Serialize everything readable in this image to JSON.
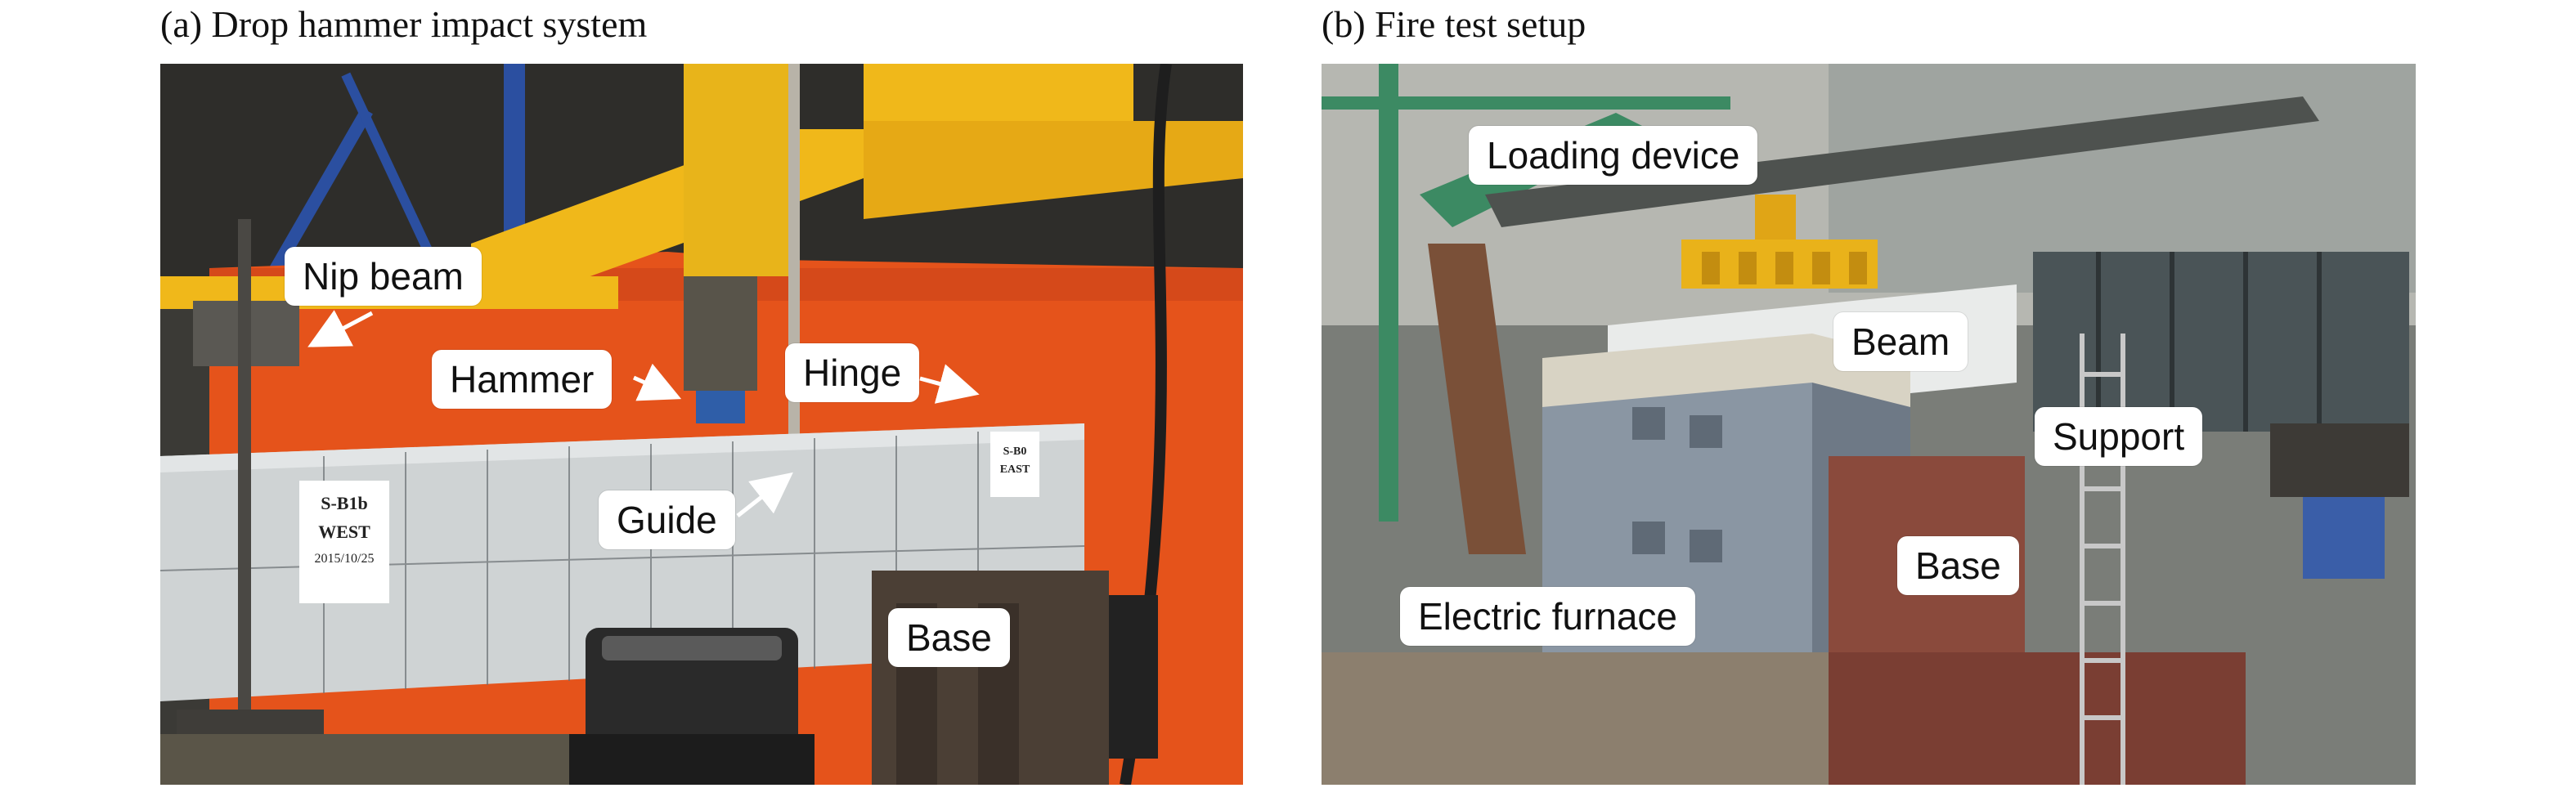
{
  "panels": {
    "a": {
      "title": "(a) Drop hammer impact system",
      "labels": {
        "nip_beam": "Nip beam",
        "hammer": "Hammer",
        "hinge": "Hinge",
        "guide": "Guide",
        "base": "Base"
      },
      "sign": {
        "line1": "S-B1b",
        "line2": "WEST",
        "line3": "2015/10/25"
      },
      "small_sign": {
        "line1": "S-B0",
        "line2": "EAST"
      }
    },
    "b": {
      "title": "(b) Fire test setup",
      "labels": {
        "loading_device": "Loading device",
        "beam": "Beam",
        "support": "Support",
        "base": "Base",
        "electric_furnace": "Electric furnace"
      }
    }
  },
  "colors": {
    "orange_curtain": "#e5531b",
    "yellow_frame": "#f0b81a",
    "blue_frame": "#2b4fa0",
    "concrete": "#cfd3d4",
    "furnace_gray": "#8a96a3",
    "brick_red": "#8a4a3c",
    "green_frame": "#3c8a63"
  }
}
